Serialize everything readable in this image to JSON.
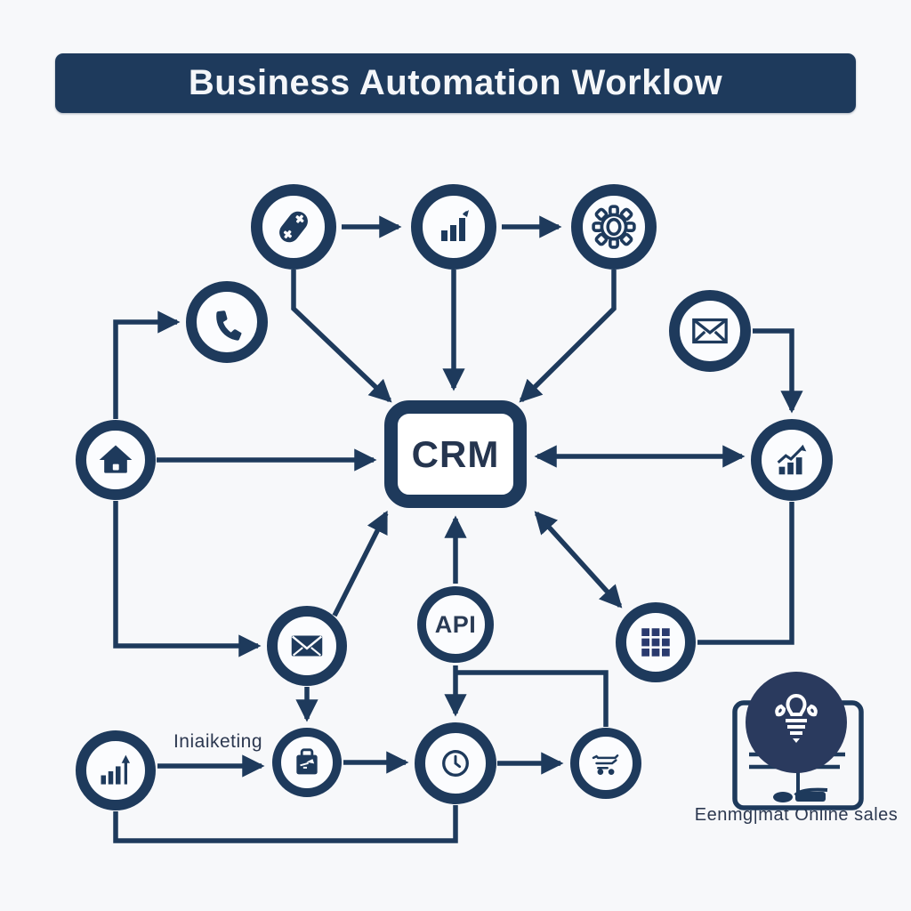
{
  "title": "Business Automation Worklow",
  "colors": {
    "navy": "#1e3a5c",
    "background": "#f7f8fa",
    "banner_text": "#f4f6f9"
  },
  "crm": {
    "label": "CRM"
  },
  "api": {
    "label": "API"
  },
  "labels": {
    "marketing": "Iniaiketing",
    "caption": "Eenmg|mat Online sales"
  },
  "nodes": [
    {
      "id": "chain",
      "icon": "chain-link-icon",
      "description": "linked chain with plus marks"
    },
    {
      "id": "chart-top",
      "icon": "bar-chart-rise-icon",
      "description": "bar chart with small arrow"
    },
    {
      "id": "gear",
      "icon": "gear-icon",
      "description": "settings gear outline"
    },
    {
      "id": "phone",
      "icon": "phone-icon",
      "description": "telephone handset"
    },
    {
      "id": "mail-open",
      "icon": "open-envelope-icon",
      "description": "outlined envelope"
    },
    {
      "id": "home",
      "icon": "home-icon",
      "description": "house"
    },
    {
      "id": "chart-right",
      "icon": "growth-chart-icon",
      "description": "bars with rising arrow"
    },
    {
      "id": "mail",
      "icon": "envelope-icon",
      "description": "filled envelope"
    },
    {
      "id": "api",
      "icon": "api-text",
      "label": "API"
    },
    {
      "id": "grid",
      "icon": "grid-icon",
      "description": "3x3 grid of squares"
    },
    {
      "id": "chart-bottom",
      "icon": "bar-chart-arrow-icon",
      "description": "bars with upward arrow"
    },
    {
      "id": "toolbox",
      "icon": "toolbox-icon",
      "description": "filled box with handle"
    },
    {
      "id": "clock",
      "icon": "clock-icon",
      "description": "clock face"
    },
    {
      "id": "cart",
      "icon": "cart-icon",
      "description": "sketchy shopping cart"
    },
    {
      "id": "bulb-badge",
      "icon": "lightbulb-icon",
      "description": "lightbulb in filled circle over tablet"
    }
  ],
  "edges": [
    {
      "from": "chain",
      "to": "chart-top",
      "arrow": "end"
    },
    {
      "from": "chart-top",
      "to": "gear",
      "arrow": "end"
    },
    {
      "from": "chain",
      "to": "crm",
      "arrow": "end"
    },
    {
      "from": "chart-top",
      "to": "crm",
      "arrow": "end"
    },
    {
      "from": "gear",
      "to": "crm",
      "arrow": "end"
    },
    {
      "from": "home",
      "to": "phone",
      "arrow": "end"
    },
    {
      "from": "home",
      "to": "crm",
      "arrow": "end"
    },
    {
      "from": "home",
      "to": "mail",
      "arrow": "end"
    },
    {
      "from": "crm",
      "to": "chart-right",
      "arrow": "both"
    },
    {
      "from": "mail-open",
      "to": "chart-right",
      "arrow": "end"
    },
    {
      "from": "chart-right",
      "to": "grid",
      "arrow": "none"
    },
    {
      "from": "mail",
      "to": "crm",
      "arrow": "end"
    },
    {
      "from": "api",
      "to": "crm",
      "arrow": "end"
    },
    {
      "from": "crm",
      "to": "grid",
      "arrow": "both"
    },
    {
      "from": "mail",
      "to": "toolbox",
      "arrow": "end"
    },
    {
      "from": "api",
      "to": "clock",
      "arrow": "end"
    },
    {
      "from": "api",
      "to": "cart",
      "arrow": "none"
    },
    {
      "from": "chart-bottom",
      "to": "toolbox",
      "arrow": "end",
      "label": "Iniaiketing"
    },
    {
      "from": "toolbox",
      "to": "clock",
      "arrow": "end"
    },
    {
      "from": "clock",
      "to": "cart",
      "arrow": "end"
    },
    {
      "from": "chart-bottom",
      "to": "clock",
      "arrow": "none"
    }
  ]
}
